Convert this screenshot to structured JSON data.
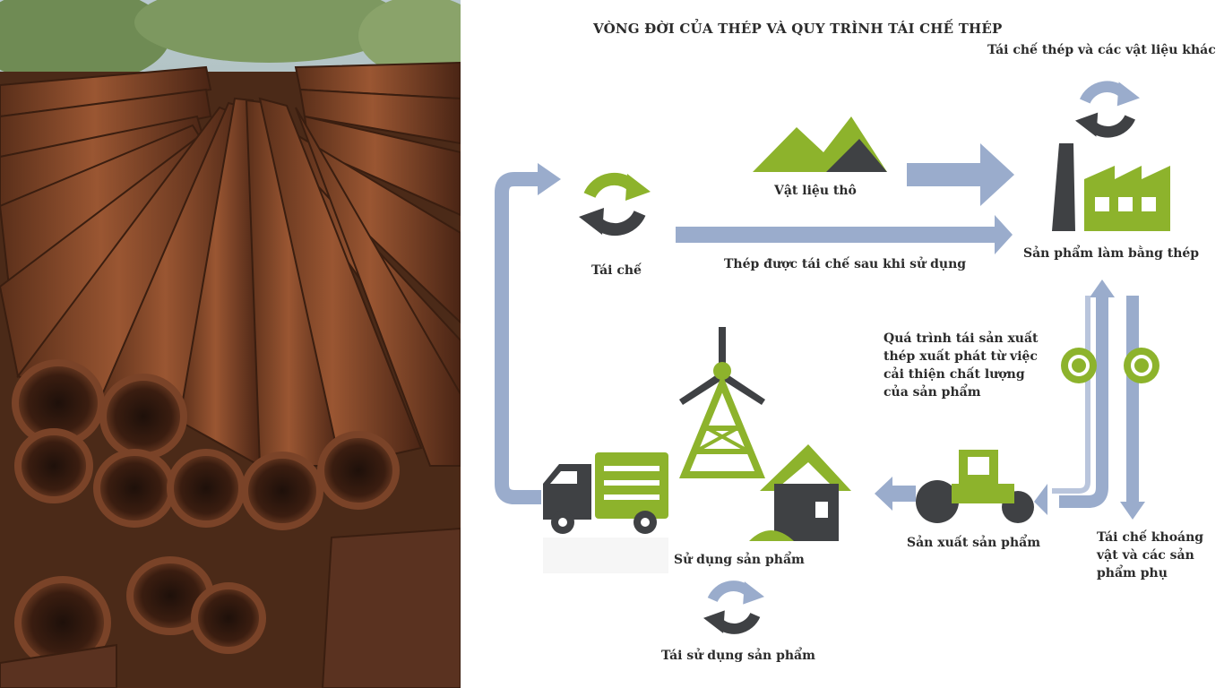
{
  "title": "VÒNG ĐỜI CỦA THÉP VÀ QUY TRÌNH TÁI CHẾ THÉP",
  "labels": {
    "recycle_other": "Tái chế thép và các vật liệu khác",
    "raw_material": "Vật liệu thô",
    "recycle": "Tái chế",
    "steel_recycled_after_use": "Thép được tái chế sau khi sử dụng",
    "steel_products": "Sản phẩm làm bằng thép",
    "remanufacturing": [
      "Quá trình tái sản xuất",
      "thép xuất phát từ việc",
      "cải thiện chất lượng",
      "của sản phẩm"
    ],
    "manufacturing": "Sản xuất sản phẩm",
    "product_use": "Sử dụng sản phẩm",
    "reuse": "Tái sử dụng sản phẩm",
    "minerals": [
      "Tái chế khoáng",
      "vật và các sản",
      "phẩm phụ"
    ]
  },
  "colors": {
    "accent_green": "#8db32c",
    "dark_gray": "#3f4144",
    "arrow_blue": "#9aaccc",
    "text": "#2b2b2b"
  }
}
